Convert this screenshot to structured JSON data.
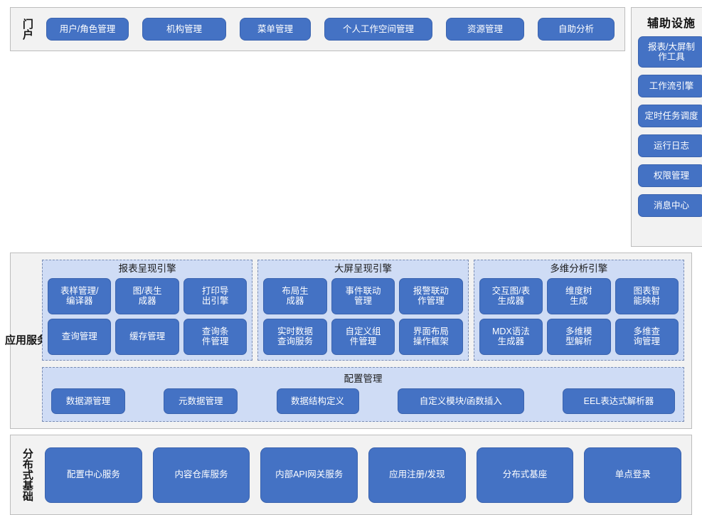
{
  "portal": {
    "label": "门户",
    "buttons": [
      "用户/角色管理",
      "机构管理",
      "菜单管理",
      "个人工作空间管理",
      "资源管理",
      "自助分析"
    ]
  },
  "aux": {
    "title": "辅助设施",
    "buttons": [
      "报表/大屏制\n作工具",
      "工作流引擎",
      "定时任务调度",
      "运行日志",
      "权限管理",
      "消息中心"
    ]
  },
  "app_service": {
    "label": "应用服务",
    "engines": [
      {
        "title": "报表呈现引擎",
        "items": [
          "表样管理/\n编译器",
          "图/表生\n成器",
          "打印导\n出引擎",
          "查询管理",
          "缓存管理",
          "查询条\n件管理"
        ]
      },
      {
        "title": "大屏呈现引擎",
        "items": [
          "布局生\n成器",
          "事件联动\n管理",
          "报警联动\n作管理",
          "实时数据\n查询服务",
          "自定义组\n件管理",
          "界面布局\n操作框架"
        ]
      },
      {
        "title": "多维分析引擎",
        "items": [
          "交互图/表\n生成器",
          "维度树\n生成",
          "图表智\n能映射",
          "MDX语法\n生成器",
          "多维模\n型解析",
          "多维查\n询管理"
        ]
      }
    ],
    "config": {
      "title": "配置管理",
      "items": [
        "数据源管理",
        "元数据管理",
        "数据结构定义",
        "自定义模块/函数插入",
        "EEL表达式解析器"
      ]
    }
  },
  "distributed": {
    "label": "分布式基础",
    "buttons": [
      "配置中心服务",
      "内容仓库服务",
      "内部API网关服务",
      "应用注册/发现",
      "分布式基座",
      "单点登录"
    ]
  },
  "colors": {
    "button_fill": "#4472c4",
    "button_border": "#3a63ae",
    "panel_fill": "#f2f2f2",
    "panel_border": "#bdbdbd",
    "group_fill": "#cfdcf5",
    "group_border": "#7a8db5",
    "text_light": "#ffffff",
    "text_dark": "#151515"
  }
}
